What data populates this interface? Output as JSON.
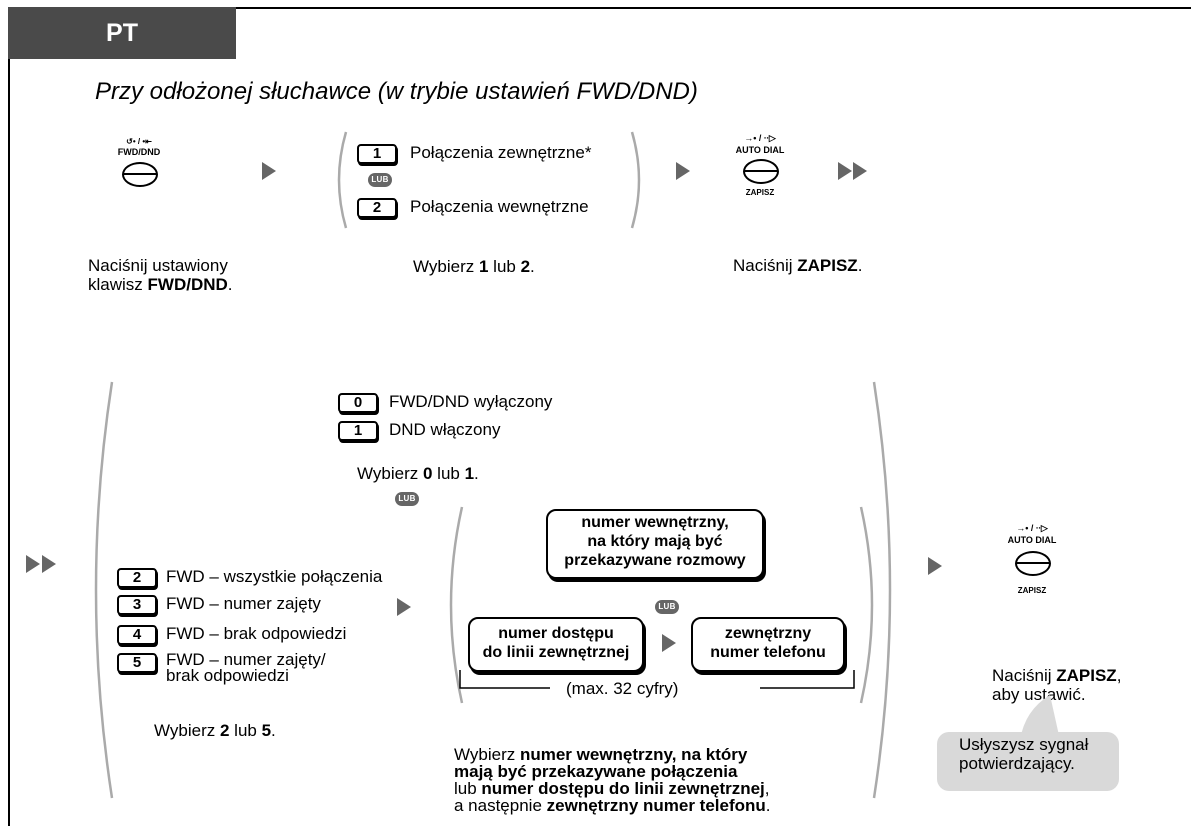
{
  "header": {
    "tab_label": "PT",
    "title": "Przy odłożonej słuchawce (w trybie ustawień FWD/DND)"
  },
  "top_row": {
    "fwd_button": {
      "icon_text": "↺• / •⇤",
      "label": "FWD/DND"
    },
    "fwd_caption": {
      "line1": "Naciśnij ustawiony",
      "line2_prefix": "klawisz ",
      "line2_bold": "FWD/DND",
      "line2_suffix": "."
    },
    "options": [
      {
        "key": "1",
        "label": "Połączenia zewnętrzne*"
      },
      {
        "key": "2",
        "label": "Połączenia wewnętrzne"
      }
    ],
    "lub": "LUB",
    "select_caption": {
      "p1": "Wybierz ",
      "b1": "1",
      "p2": " lub ",
      "b2": "2",
      "p3": "."
    },
    "autodial_button": {
      "icon_text": "→• / ∙∙▷",
      "top_label": "AUTO DIAL",
      "bottom_label": "ZAPISZ"
    },
    "press_caption": {
      "p1": "Naciśnij ",
      "b1": "ZAPISZ",
      "p2": "."
    }
  },
  "bottom_section": {
    "dnd_options": [
      {
        "key": "0",
        "label": "FWD/DND wyłączony"
      },
      {
        "key": "1",
        "label": "DND włączony"
      }
    ],
    "dnd_caption": {
      "p1": "Wybierz ",
      "b1": "0",
      "p2": " lub ",
      "b2": "1",
      "p3": "."
    },
    "fwd_options": [
      {
        "key": "2",
        "label": "FWD – wszystkie połączenia"
      },
      {
        "key": "3",
        "label": "FWD – numer zajęty"
      },
      {
        "key": "4",
        "label": "FWD – brak odpowiedzi"
      },
      {
        "key": "5",
        "label": "FWD – numer zajęty/",
        "label2": "brak odpowiedzi"
      }
    ],
    "fwd_caption": {
      "p1": "Wybierz ",
      "b1": "2",
      "p2": " lub ",
      "b2": "5",
      "p3": "."
    },
    "internal_box": {
      "line1": "numer wewnętrzny,",
      "line2": "na który mają być",
      "line3": "przekazywane rozmowy"
    },
    "access_box": {
      "line1": "numer dostępu",
      "line2": "do linii zewnętrznej"
    },
    "external_box": {
      "line1": "zewnętrzny",
      "line2": "numer telefonu"
    },
    "max_digits": "(max. 32 cyfry)",
    "dest_caption": {
      "p1": "Wybierz ",
      "b1": "numer wewnętrzny, na który",
      "b2": "mają być przekazywane połączenia",
      "p3": "lub ",
      "b3": "numer dostępu do linii zewnętrznej",
      "p3b": ",",
      "p4": "a następnie ",
      "b4": "zewnętrzny numer telefonu",
      "p4b": "."
    },
    "autodial_button": {
      "icon_text": "→• / ∙∙▷",
      "top_label": "AUTO DIAL",
      "bottom_label": "ZAPISZ"
    },
    "final_caption": {
      "p1": "Naciśnij ",
      "b1": "ZAPISZ",
      "p2": ",",
      "line2": "aby ustawić."
    },
    "tone_bubble": {
      "line1": "Usłyszysz sygnał",
      "line2": "potwierdzający."
    }
  }
}
